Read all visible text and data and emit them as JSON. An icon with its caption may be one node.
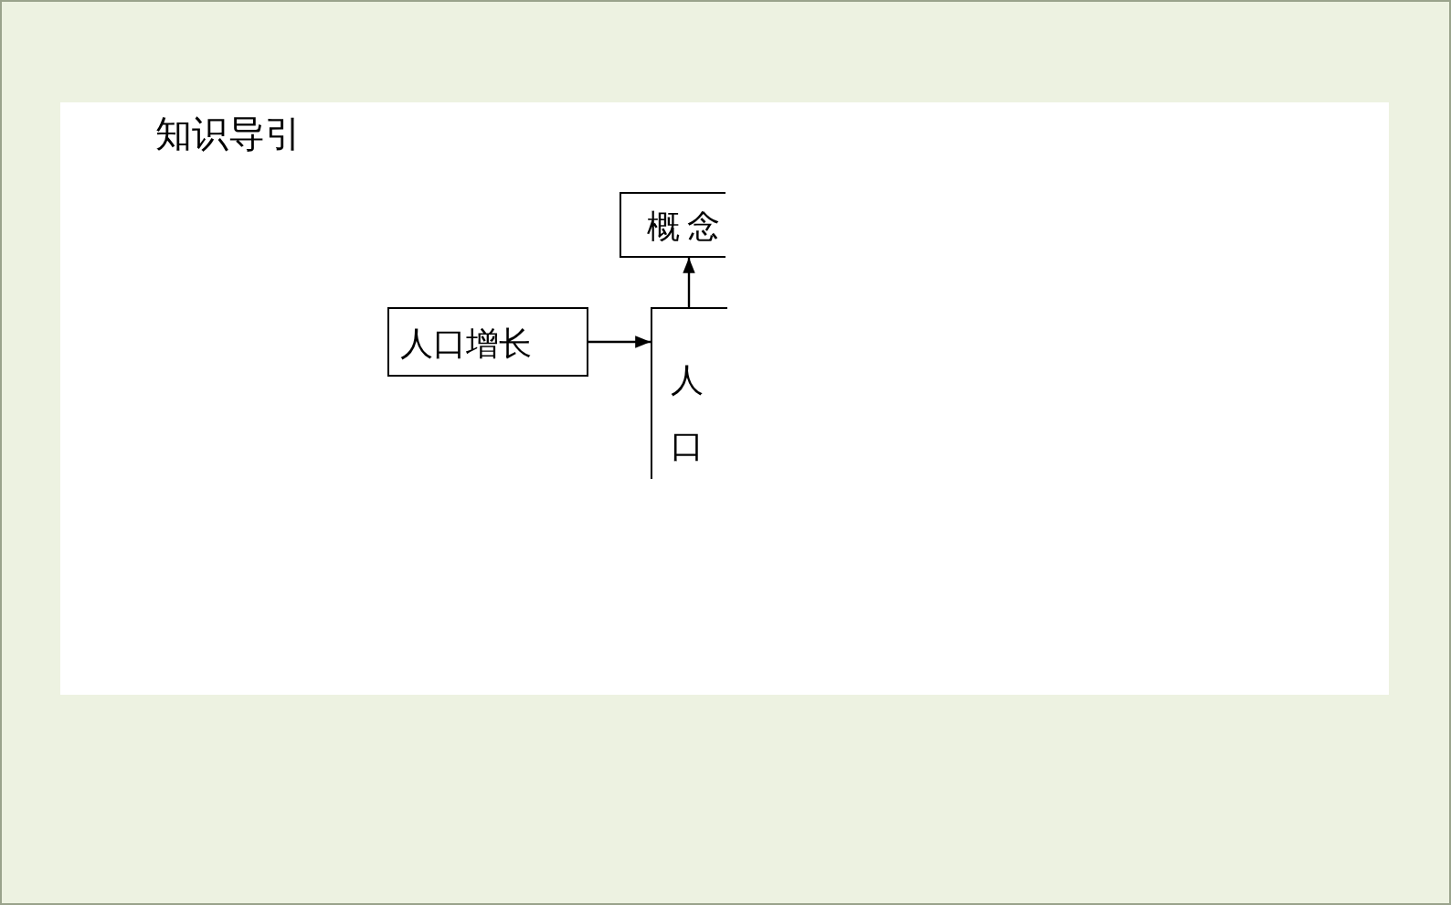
{
  "diagram": {
    "title": "知识导引",
    "nodes": [
      {
        "text": [
          "概念"
        ]
      },
      {
        "text": [
          "人口增长"
        ]
      },
      {
        "text": [
          "人口"
        ]
      }
    ],
    "edges": [
      {
        "from": 1,
        "to": 2,
        "arrow": "to"
      },
      {
        "from": 2,
        "to": 0,
        "arrow": "to"
      }
    ]
  }
}
